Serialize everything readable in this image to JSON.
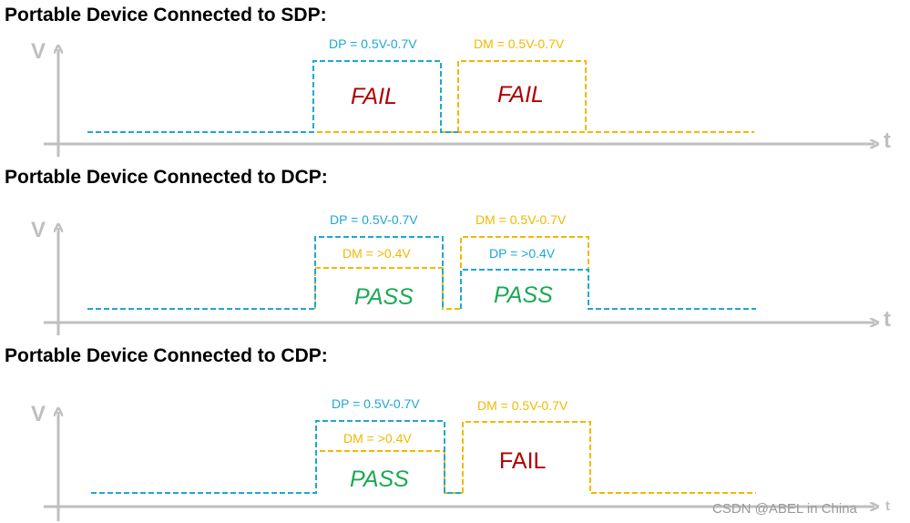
{
  "sections": {
    "sdp": {
      "title": "Portable Device Connected to SDP:",
      "dp_label": "DP = 0.5V-0.7V",
      "dm_label": "DM = 0.5V-0.7V",
      "result_1": "FAIL",
      "result_2": "FAIL"
    },
    "dcp": {
      "title": "Portable Device Connected to DCP:",
      "dp_label": "DP = 0.5V-0.7V",
      "dm_label": "DM = 0.5V-0.7V",
      "dm_level_label": "DM = >0.4V",
      "dp_level_label": "DP = >0.4V",
      "result_1": "PASS",
      "result_2": "PASS"
    },
    "cdp": {
      "title": "Portable Device Connected to CDP:",
      "dp_label": "DP = 0.5V-0.7V",
      "dm_label": "DM = 0.5V-0.7V",
      "dm_level_label": "DM = >0.4V",
      "result_1": "PASS",
      "result_2": "FAIL"
    }
  },
  "axes": {
    "v_label": "V",
    "t_label": "t"
  },
  "colors": {
    "dp": "#1ea7d6",
    "dm": "#f2b800",
    "fail": "#b00000",
    "pass": "#1aaa55",
    "axis": "#bfbfbf"
  },
  "watermark": "CSDN @ABEL in China"
}
